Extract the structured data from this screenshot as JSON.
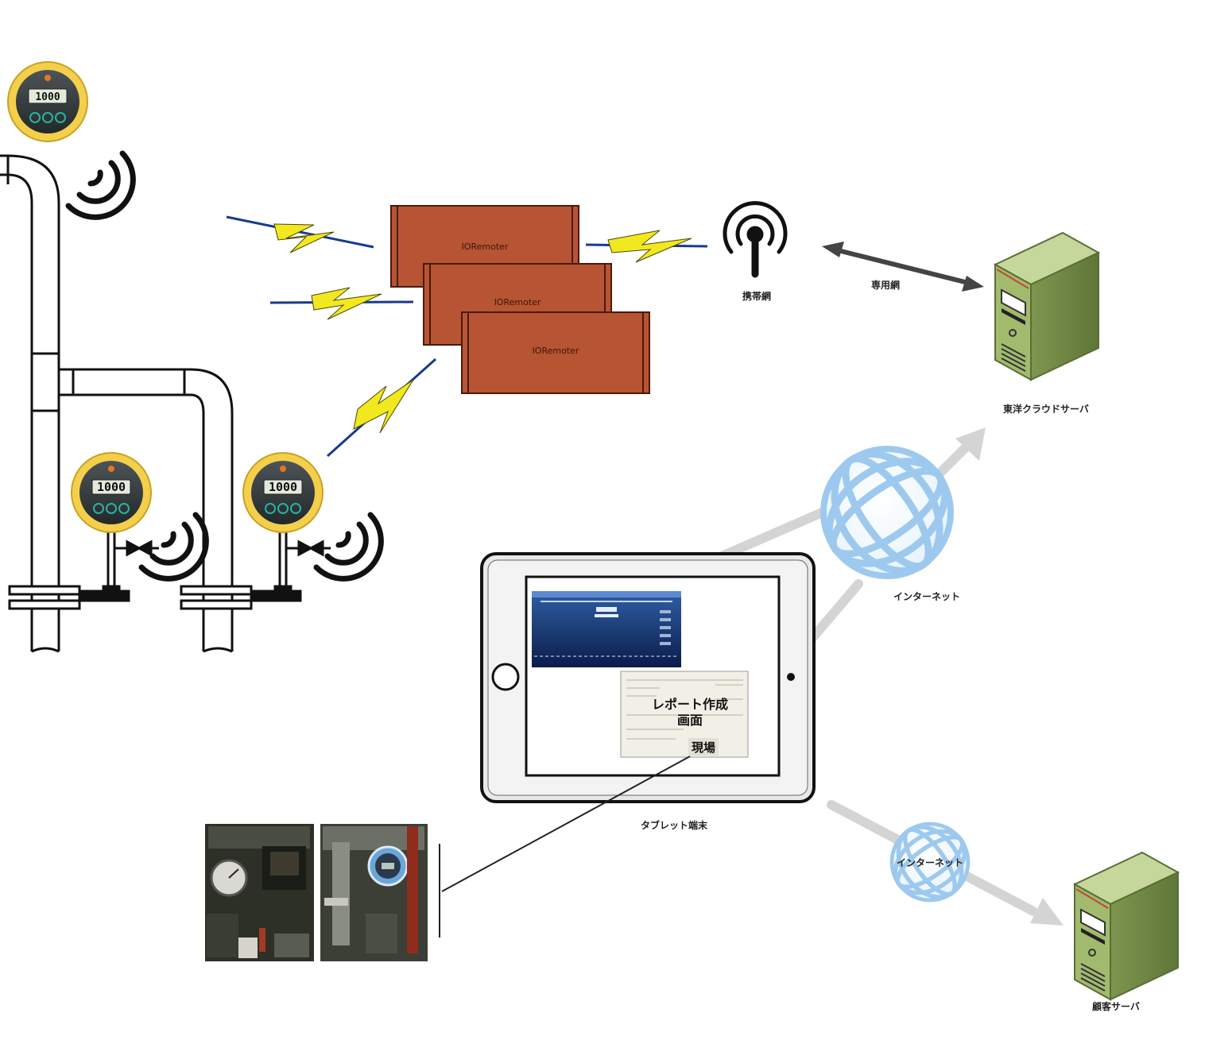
{
  "devices": {
    "gauge_reading": "1000",
    "remoter_label": "IORemoter"
  },
  "network": {
    "antenna_label": "携帯網",
    "link_label": "専用網",
    "cloud_server_label": "東洋クラウドサーバ",
    "internet_label": "インターネット",
    "internet_label_small": "インターネット",
    "client_server_label": "顧客サーバ",
    "tablet_label": "タブレット端末"
  },
  "tablet_screen": {
    "report_line1": "レポート作成",
    "report_line2": "画面",
    "report_stamp": "現場"
  },
  "colors": {
    "remoter_box": "#b75433",
    "gauge_ring": "#f3cf4c",
    "server_body": "#9bb36a",
    "globe": "#9dc9ef",
    "lightning": "#f2e81f"
  }
}
